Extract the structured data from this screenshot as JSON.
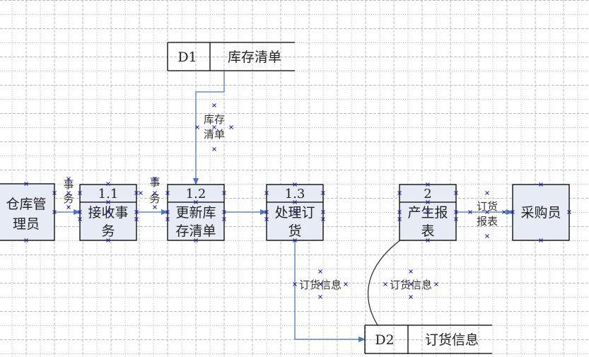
{
  "diagram": {
    "type": "data-flow-diagram",
    "external_entities": [
      {
        "id": "warehouse-manager",
        "label_lines": [
          "仓库管",
          "理员"
        ]
      },
      {
        "id": "purchaser",
        "label_lines": [
          "采购员"
        ]
      }
    ],
    "processes": [
      {
        "id": "p1-1",
        "number": "1.1",
        "label_lines": [
          "接收事",
          "务"
        ]
      },
      {
        "id": "p1-2",
        "number": "1.2",
        "label_lines": [
          "更新库",
          "存清单"
        ]
      },
      {
        "id": "p1-3",
        "number": "1.3",
        "label_lines": [
          "处理订",
          "货"
        ]
      },
      {
        "id": "p2",
        "number": "2",
        "label_lines": [
          "产生报",
          "表"
        ]
      }
    ],
    "data_stores": [
      {
        "id": "d1",
        "code": "D1",
        "name": "库存清单"
      },
      {
        "id": "d2",
        "code": "D2",
        "name": "订货信息"
      }
    ],
    "flows": [
      {
        "from": "warehouse-manager",
        "to": "p1-1",
        "label_lines": [
          "事",
          "务"
        ]
      },
      {
        "from": "p1-1",
        "to": "p1-2",
        "label_lines": [
          "事",
          "务"
        ]
      },
      {
        "from": "d1",
        "to": "p1-2",
        "label_lines": [
          "库存",
          "清单"
        ]
      },
      {
        "from": "p1-2",
        "to": "p1-3",
        "label_lines": []
      },
      {
        "from": "p1-3",
        "to": "d2",
        "label_lines": [
          "订货信息"
        ]
      },
      {
        "from": "d2",
        "to": "p2",
        "label_lines": [
          "订货信息"
        ]
      },
      {
        "from": "p2",
        "to": "purchaser",
        "label_lines": [
          "订货",
          "报表"
        ]
      }
    ],
    "colors": {
      "box_fill": "#e6ebf6",
      "connector": "#4a78b8",
      "curve": "#222222",
      "handle": "#1a1ab0",
      "grid": "#bdbdbd"
    }
  }
}
